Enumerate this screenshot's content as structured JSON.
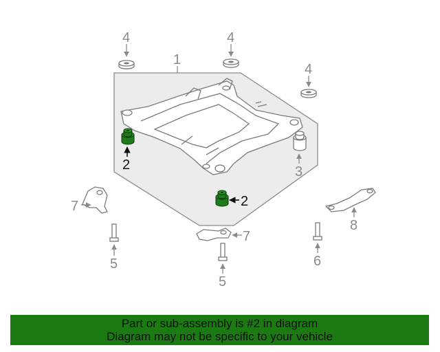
{
  "diagram": {
    "callouts": {
      "frame": "1",
      "bushing_left": "2",
      "bushing_right": "2",
      "mount_bushing": "3",
      "washer_left": "4",
      "washer_center": "4",
      "washer_right": "4",
      "bolt_left": "5",
      "bolt_center": "5",
      "bolt_right": "6",
      "bracket_left": "7",
      "bracket_center": "7",
      "arm_right": "8"
    },
    "colors": {
      "highlight": "#1e7a1a",
      "outline": "#7a7a7a",
      "panel": "#ececec"
    }
  },
  "banner": {
    "line1": "Part or sub-assembly is #2 in diagram",
    "line2": "Diagram may not be specific to your vehicle",
    "color": "#1c7a12"
  }
}
